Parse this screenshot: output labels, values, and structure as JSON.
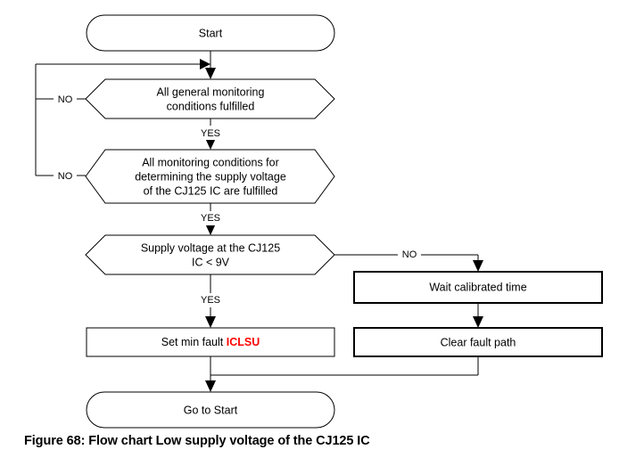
{
  "figure": {
    "caption": "Figure 68: Flow chart Low supply voltage of the CJ125 IC",
    "background_color": "#ffffff",
    "line_color": "#000000",
    "accent_color": "#ff0000"
  },
  "nodes": {
    "start": {
      "label": "Start",
      "shape": "terminator"
    },
    "decision1": {
      "line1": "All general monitoring",
      "line2": "conditions fulfilled",
      "shape": "hexagon"
    },
    "decision2": {
      "line1": "All monitoring conditions for",
      "line2": "determining the supply voltage",
      "line3": "of the CJ125 IC are fulfilled",
      "shape": "hexagon"
    },
    "decision3": {
      "line1": "Supply voltage at the CJ125",
      "line2": "IC < 9V",
      "shape": "hexagon"
    },
    "wait": {
      "label": "Wait calibrated time",
      "shape": "process"
    },
    "set_fault": {
      "prefix": "Set min fault ",
      "code": "ICLSU",
      "shape": "process"
    },
    "clear_fault": {
      "label": "Clear fault path",
      "shape": "process"
    },
    "go_to_start": {
      "label": "Go to Start",
      "shape": "terminator"
    }
  },
  "edges": {
    "d1_no": "NO",
    "d1_yes": "YES",
    "d2_no": "NO",
    "d2_yes": "YES",
    "d3_no": "NO",
    "d3_yes": "YES"
  }
}
